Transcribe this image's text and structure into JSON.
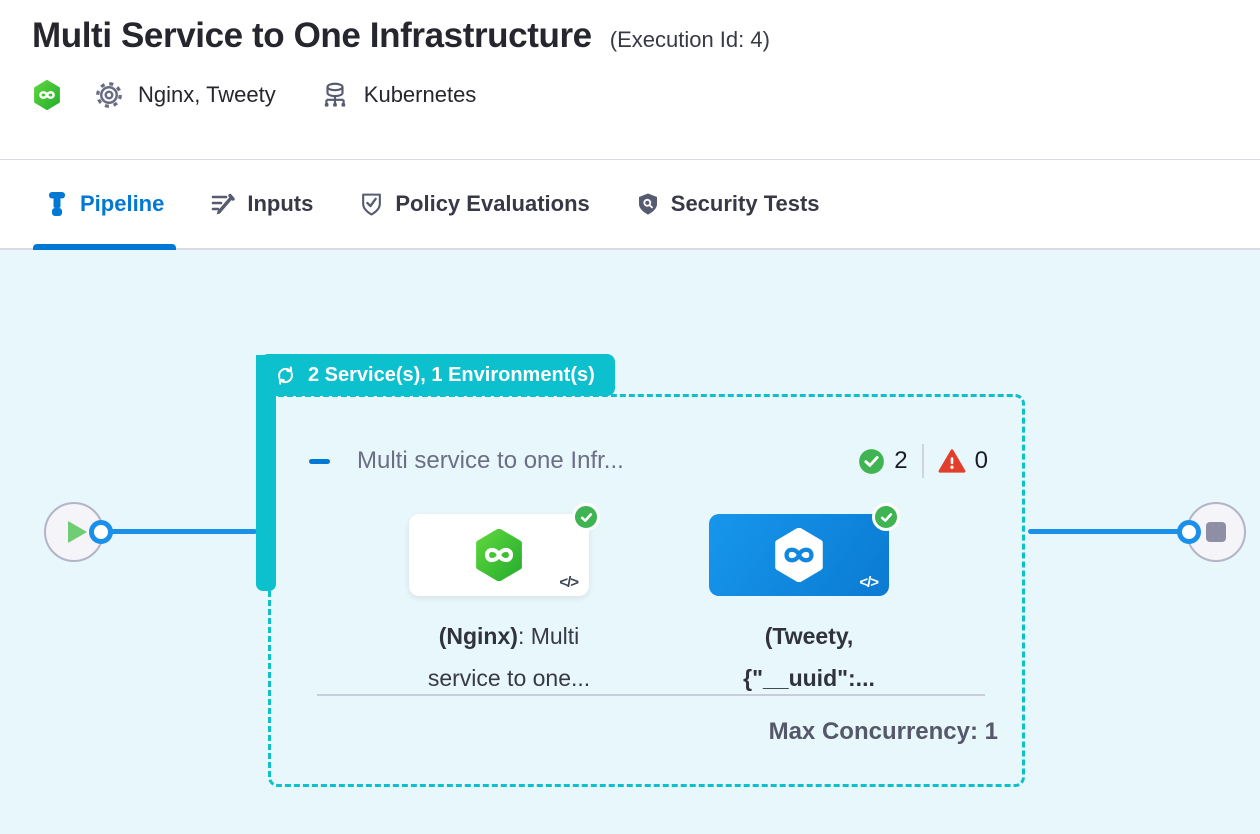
{
  "header": {
    "title": "Multi Service to One Infrastructure",
    "execution_id": "(Execution Id: 4)",
    "services": "Nginx, Tweety",
    "infrastructure": "Kubernetes"
  },
  "tabs": [
    {
      "label": "Pipeline",
      "active": true
    },
    {
      "label": "Inputs",
      "active": false
    },
    {
      "label": "Policy Evaluations",
      "active": false
    },
    {
      "label": "Security Tests",
      "active": false
    }
  ],
  "canvas": {
    "stage_badge": "2 Service(s), 1 Environment(s)",
    "code_glyph": "</>",
    "group": {
      "title": "Multi service to one Infr...",
      "success_count": "2",
      "failure_count": "0",
      "max_concurrency": "Max Concurrency: 1"
    },
    "services": [
      {
        "label_bold": "(Nginx)",
        "label_rest": ": Multi",
        "label_line2": "service to one..."
      },
      {
        "label_bold": "(Tweety,",
        "label_rest": "",
        "label_line2": "{\"__uuid\":..."
      }
    ]
  },
  "colors": {
    "accent_blue": "#0278d5",
    "connector_blue": "#1b90e8",
    "accent_teal": "#0cc0cd",
    "success_green": "#3fb452",
    "error_red": "#e23e2c",
    "canvas_bg": "#e8f7fb"
  }
}
